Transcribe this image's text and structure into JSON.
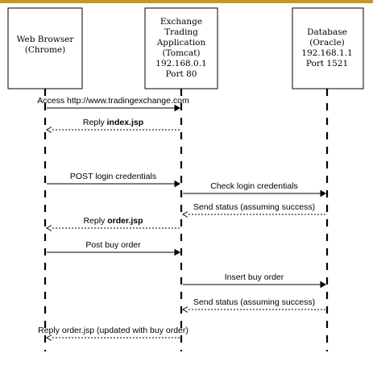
{
  "colors": {
    "top_border": "#c49a1c",
    "ink": "#000000",
    "background": "#ffffff"
  },
  "participants": [
    {
      "id": "browser",
      "lines": [
        "Web Browser",
        "(Chrome)"
      ]
    },
    {
      "id": "app",
      "lines": [
        "Exchange",
        "Trading",
        "Application",
        "(Tomcat)",
        "192.168.0.1",
        "Port 80"
      ]
    },
    {
      "id": "db",
      "lines": [
        "Database",
        "(Oracle)",
        "192.168.1.1",
        "Port 1521"
      ]
    }
  ],
  "messages": [
    {
      "from": "browser",
      "to": "app",
      "style": "solid",
      "parts": [
        {
          "text": "Access http://www.tradingexchange.com",
          "bold": false
        }
      ]
    },
    {
      "from": "app",
      "to": "browser",
      "style": "dashed",
      "parts": [
        {
          "text": "Reply ",
          "bold": false
        },
        {
          "text": "index.jsp",
          "bold": true
        }
      ]
    },
    {
      "from": "browser",
      "to": "app",
      "style": "solid",
      "parts": [
        {
          "text": "POST login credentials",
          "bold": false
        }
      ]
    },
    {
      "from": "app",
      "to": "db",
      "style": "solid",
      "parts": [
        {
          "text": "Check login credentials",
          "bold": false
        }
      ]
    },
    {
      "from": "db",
      "to": "app",
      "style": "dashed",
      "parts": [
        {
          "text": "Send status (assuming success)",
          "bold": false
        }
      ]
    },
    {
      "from": "app",
      "to": "browser",
      "style": "dashed",
      "parts": [
        {
          "text": "Reply ",
          "bold": false
        },
        {
          "text": "order.jsp",
          "bold": true
        }
      ]
    },
    {
      "from": "browser",
      "to": "app",
      "style": "solid",
      "parts": [
        {
          "text": "Post buy order",
          "bold": false
        }
      ]
    },
    {
      "from": "app",
      "to": "db",
      "style": "solid",
      "parts": [
        {
          "text": "Insert buy order",
          "bold": false
        }
      ]
    },
    {
      "from": "db",
      "to": "app",
      "style": "dashed",
      "parts": [
        {
          "text": "Send status (assuming success)",
          "bold": false
        }
      ]
    },
    {
      "from": "app",
      "to": "browser",
      "style": "dashed",
      "parts": [
        {
          "text": "Reply order.jsp (updated with buy order)",
          "bold": false
        }
      ]
    }
  ]
}
